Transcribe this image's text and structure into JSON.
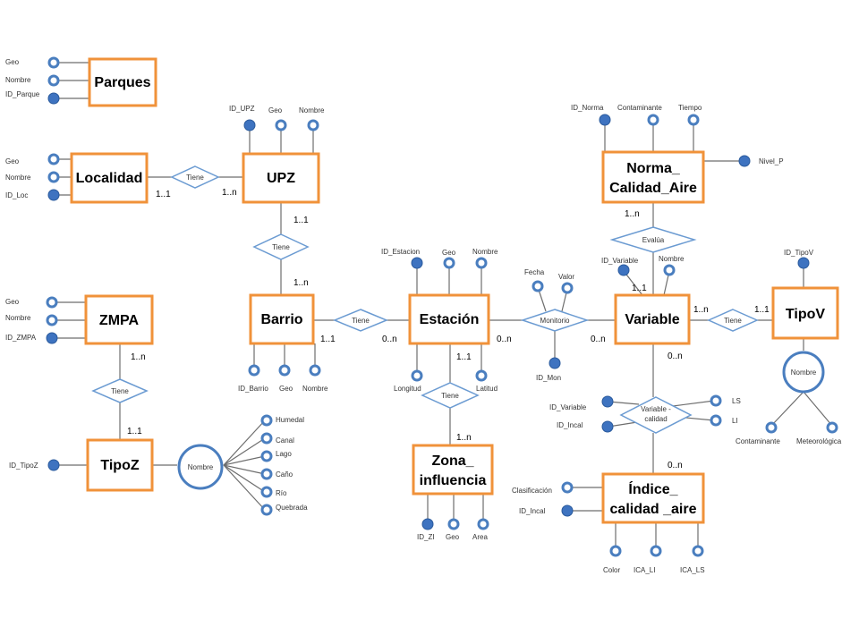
{
  "entities": {
    "parques": "Parques",
    "localidad": "Localidad",
    "upz": "UPZ",
    "zmpa": "ZMPA",
    "barrio": "Barrio",
    "estacion": "Estación",
    "variable": "Variable",
    "tipov": "TipoV",
    "norma_l1": "Norma_",
    "norma_l2": "Calidad_Aire",
    "tipoz": "TipoZ",
    "zona_l1": "Zona_",
    "zona_l2": "influencia",
    "indice_l1": "Índice_",
    "indice_l2": "calidad _aire"
  },
  "relationships": {
    "tiene_loc_upz": "Tiene",
    "tiene_upz_barrio": "Tiene",
    "tiene_barrio_est": "Tiene",
    "monitorio": "Monitorio",
    "tiene_var_tipov": "Tiene",
    "evalua": "Evalúa",
    "tiene_zmpa_tipoz": "Tiene",
    "tiene_est_zona": "Tiene",
    "var_calidad_l1": "Variable -",
    "var_calidad_l2": "calidad",
    "nombre_tipoz": "Nombre",
    "nombre_tipov": "Nombre"
  },
  "attributes": {
    "parques_geo": "Geo",
    "parques_nombre": "Nombre",
    "parques_id": "ID_Parque",
    "loc_geo": "Geo",
    "loc_nombre": "Nombre",
    "loc_id": "ID_Loc",
    "upz_id": "ID_UPZ",
    "upz_geo": "Geo",
    "upz_nombre": "Nombre",
    "zmpa_geo": "Geo",
    "zmpa_nombre": "Nombre",
    "zmpa_id": "ID_ZMPA",
    "barrio_id": "ID_Barrio",
    "barrio_geo": "Geo",
    "barrio_nombre": "Nombre",
    "est_id": "ID_Estacion",
    "est_geo": "Geo",
    "est_nombre": "Nombre",
    "est_longitud": "Longitud",
    "est_latitud": "Latitud",
    "mon_fecha": "Fecha",
    "mon_valor": "Valor",
    "mon_id": "ID_Mon",
    "var_id": "ID_Variable",
    "var_nombre": "Nombre",
    "tipov_id": "ID_TipoV",
    "tipov_contaminante": "Contaminante",
    "tipov_meteo": "Meteorológica",
    "norma_id": "ID_Norma",
    "norma_contaminante": "Contaminante",
    "norma_tiempo": "Tiempo",
    "norma_nivel": "Nivel_P",
    "tipoz_id": "ID_TipoZ",
    "tipoz_humedal": "Humedal",
    "tipoz_canal": "Canal",
    "tipoz_lago": "Lago",
    "tipoz_cano": "Caño",
    "tipoz_rio": "Río",
    "tipoz_quebrada": "Quebrada",
    "zona_id": "ID_ZI",
    "zona_geo": "Geo",
    "zona_area": "Area",
    "vc_idvar": "ID_Variable",
    "vc_idincal": "ID_Incal",
    "vc_ls": "LS",
    "vc_li": "LI",
    "ind_clasif": "Clasificación",
    "ind_idincal": "ID_Incal",
    "ind_color": "Color",
    "ind_icali": "ICA_LI",
    "ind_icals": "ICA_LS"
  },
  "cardinalities": {
    "loc_tiene": "1..1",
    "tiene_upz": "1..n",
    "upz_tiene": "1..1",
    "tiene_barrio": "1..n",
    "barrio_tiene": "1..1",
    "tiene_est": "0..n",
    "est_mon": "0..n",
    "mon_var": "0..n",
    "var_tiene": "1..n",
    "tiene_tipov": "1..1",
    "norma_evalua": "1..n",
    "evalua_var": "1..1",
    "zmpa_tiene": "1..n",
    "tiene_tipoz": "1..1",
    "est_tiene_zona": "1..1",
    "tiene_zona": "1..n",
    "var_vc": "0..n",
    "vc_indice": "0..n"
  }
}
